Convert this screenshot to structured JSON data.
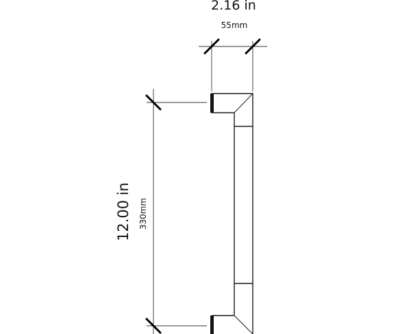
{
  "diagram": {
    "width_dimension": {
      "imperial": "2.16 in",
      "metric": "55mm"
    },
    "height_dimension": {
      "imperial": "12.00 in",
      "metric": "330mm"
    }
  }
}
